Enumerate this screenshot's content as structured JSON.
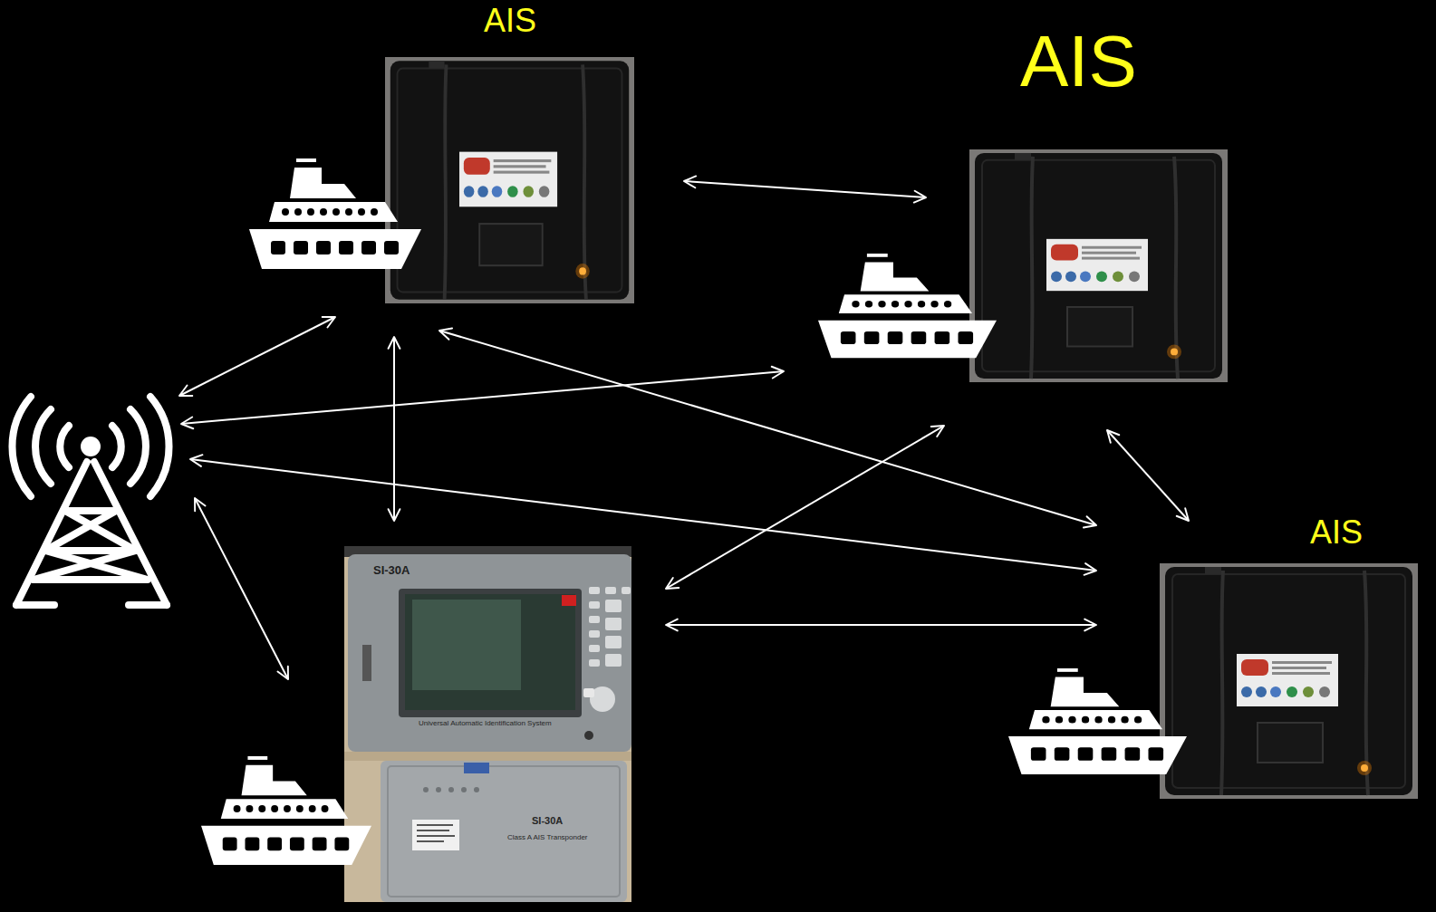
{
  "diagram": {
    "nodes": [
      {
        "text": [
          "AIS"
        ]
      },
      {
        "text": [
          "AIS"
        ]
      },
      {
        "text": []
      },
      {
        "text": [
          "SI-30A",
          "Universal Automatic Identification System",
          "SI-30A",
          "Class A AIS Transponder"
        ]
      },
      {
        "text": [
          "AIS"
        ]
      }
    ],
    "edges": [
      {
        "from": 0,
        "to": 1,
        "arrow": "both"
      },
      {
        "from": 0,
        "to": 2,
        "arrow": "both"
      },
      {
        "from": 0,
        "to": 3,
        "arrow": "both"
      },
      {
        "from": 0,
        "to": 4,
        "arrow": "both"
      },
      {
        "from": 2,
        "to": 1,
        "arrow": "both"
      },
      {
        "from": 2,
        "to": 3,
        "arrow": "both"
      },
      {
        "from": 2,
        "to": 4,
        "arrow": "both"
      },
      {
        "from": 3,
        "to": 1,
        "arrow": "both"
      },
      {
        "from": 3,
        "to": 4,
        "arrow": "both"
      },
      {
        "from": 1,
        "to": 4,
        "arrow": "both"
      }
    ]
  }
}
